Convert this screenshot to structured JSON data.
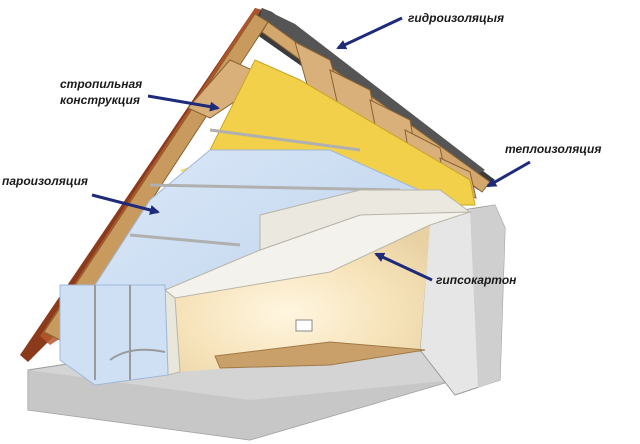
{
  "labels": {
    "waterproofing": "гидроизоляцыя",
    "rafters_line1": "стропильная",
    "rafters_line2": "конструкция",
    "insulation": "теплоизоляция",
    "vapor_barrier": "пароизоляция",
    "drywall": "гипсокартон"
  },
  "colors": {
    "arrow": "#1e2a7a",
    "wood": "#c89a5e",
    "insulation": "#f2d04a",
    "vapor_barrier": "#c9dcf2",
    "drywall": "#f3f1ea",
    "membrane": "#3a3a3a",
    "concrete": "#d6d6d6",
    "roof_tiles": "#a0522d"
  }
}
